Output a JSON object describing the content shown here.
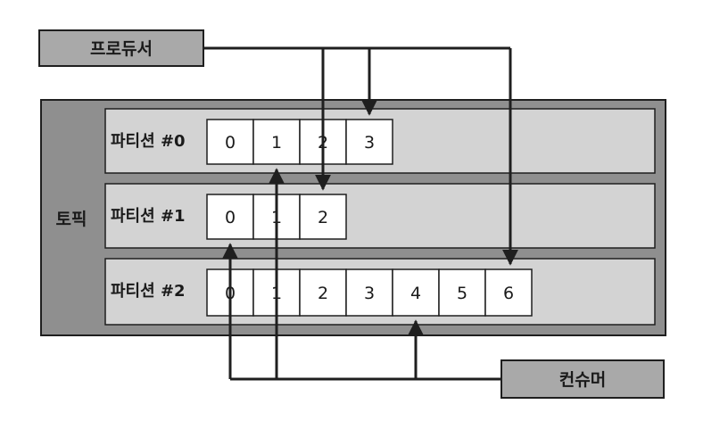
{
  "producer": {
    "label": "프로듀서"
  },
  "consumer": {
    "label": "컨슈머"
  },
  "topic": {
    "label": "토픽",
    "partitions": [
      {
        "label": "파티션 #0",
        "offsets": [
          "0",
          "1",
          "2",
          "3"
        ]
      },
      {
        "label": "파티션 #1",
        "offsets": [
          "0",
          "1",
          "2"
        ]
      },
      {
        "label": "파티션 #2",
        "offsets": [
          "0",
          "1",
          "2",
          "3",
          "4",
          "5",
          "6"
        ]
      }
    ]
  },
  "colors": {
    "box_fill": "#a9a9a9",
    "topic_fill": "#8f8f8f",
    "partition_fill": "#d3d3d3",
    "cell_fill": "#ffffff",
    "line": "#1f1f1f"
  }
}
